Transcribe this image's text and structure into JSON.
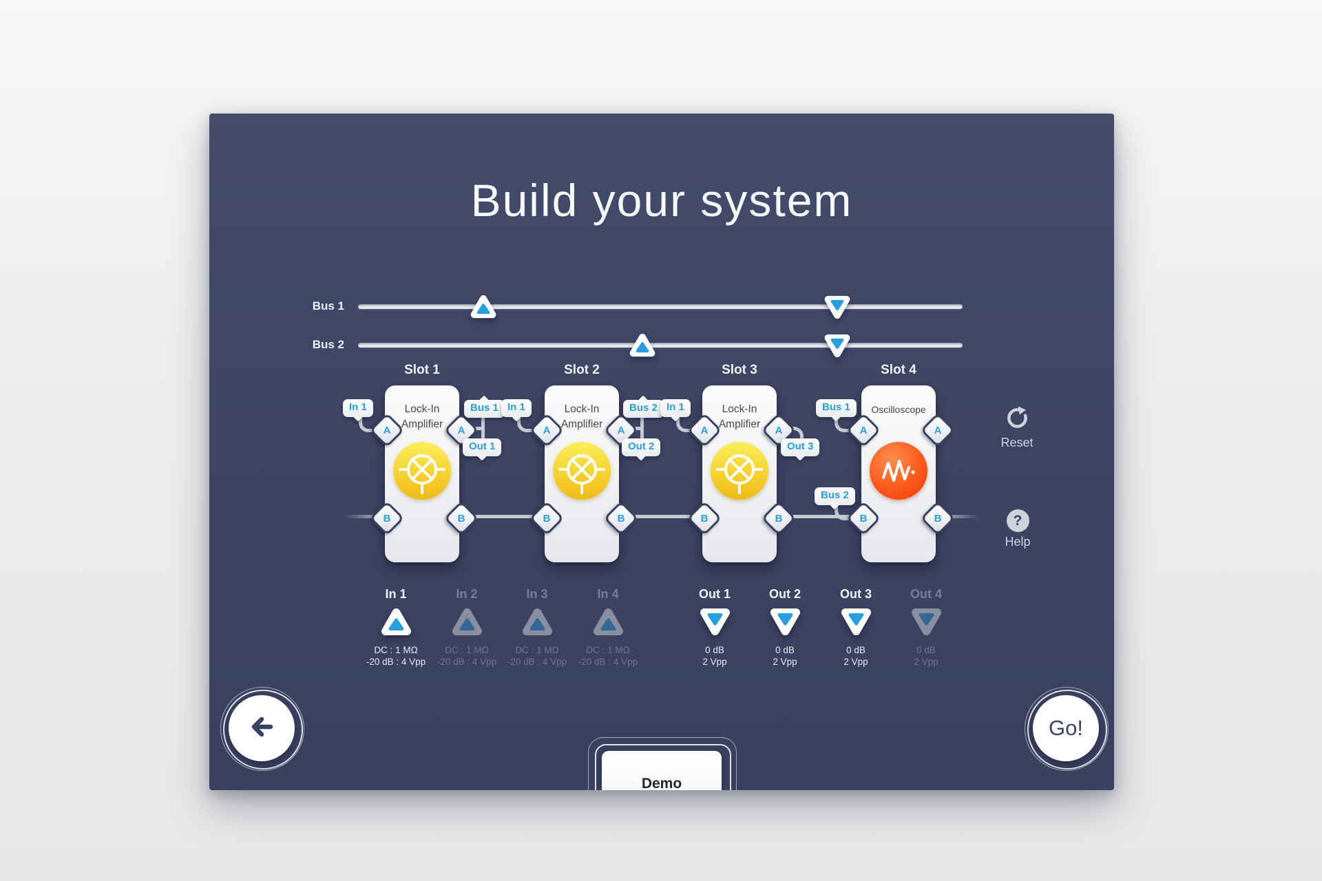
{
  "title": "Build your system",
  "buses": [
    {
      "label": "Bus 1"
    },
    {
      "label": "Bus 2"
    }
  ],
  "slots": [
    {
      "name": "Slot 1",
      "instrument": "Lock-In Amplifier",
      "icon": "mixer-icon"
    },
    {
      "name": "Slot 2",
      "instrument": "Lock-In Amplifier",
      "icon": "mixer-icon"
    },
    {
      "name": "Slot 3",
      "instrument": "Lock-In Amplifier",
      "icon": "mixer-icon"
    },
    {
      "name": "Slot 4",
      "instrument": "Oscilloscope",
      "icon": "oscilloscope-icon"
    }
  ],
  "connectors": {
    "a": "A",
    "b": "B"
  },
  "routing_tags": [
    {
      "label": "In 1",
      "direction": "down"
    },
    {
      "label": "Bus 1",
      "direction": "up"
    },
    {
      "label": "Out 1",
      "direction": "down"
    },
    {
      "label": "In 1",
      "direction": "down"
    },
    {
      "label": "Bus 2",
      "direction": "up"
    },
    {
      "label": "Out 2",
      "direction": "down"
    },
    {
      "label": "In 1",
      "direction": "down"
    },
    {
      "label": "Out 3",
      "direction": "down"
    },
    {
      "label": "Bus 1",
      "direction": "down"
    },
    {
      "label": "Bus 2",
      "direction": "down"
    }
  ],
  "inputs": [
    {
      "label": "In 1",
      "line1": "DC : 1 MΩ",
      "line2": "-20 dB : 4 Vpp",
      "active": true
    },
    {
      "label": "In 2",
      "line1": "DC : 1 MΩ",
      "line2": "-20 dB : 4 Vpp",
      "active": false
    },
    {
      "label": "In 3",
      "line1": "DC : 1 MΩ",
      "line2": "-20 dB : 4 Vpp",
      "active": false
    },
    {
      "label": "In 4",
      "line1": "DC : 1 MΩ",
      "line2": "-20 dB : 4 Vpp",
      "active": false
    }
  ],
  "outputs": [
    {
      "label": "Out 1",
      "line1": "0 dB",
      "line2": "2 Vpp",
      "active": true
    },
    {
      "label": "Out 2",
      "line1": "0 dB",
      "line2": "2 Vpp",
      "active": true
    },
    {
      "label": "Out 3",
      "line1": "0 dB",
      "line2": "2 Vpp",
      "active": true
    },
    {
      "label": "Out 4",
      "line1": "0 dB",
      "line2": "2 Vpp",
      "active": false
    }
  ],
  "controls": {
    "reset_label": "Reset",
    "help_label": "Help",
    "help_glyph": "?",
    "go_label": "Go!",
    "demo_label": "Demo"
  },
  "colors": {
    "accent_blue": "#2a9fe0",
    "panel_navy": "#3d4463",
    "lockin_yellow": "#f3c81f",
    "oscilloscope_orange": "#f04a12",
    "line_gray": "#c6cad3"
  }
}
